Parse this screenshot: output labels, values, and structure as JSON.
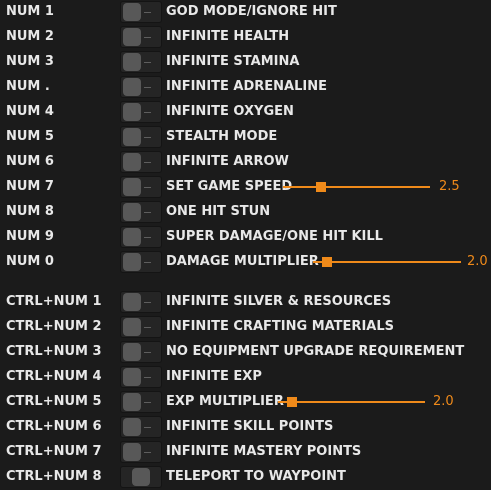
{
  "accent_color": "#ef8a1a",
  "toggle_icon": "toggle-switch",
  "rows": [
    {
      "hotkey": "NUM 1",
      "label": "GOD MODE/IGNORE HIT"
    },
    {
      "hotkey": "NUM 2",
      "label": "INFINITE HEALTH"
    },
    {
      "hotkey": "NUM 3",
      "label": "INFINITE STAMINA"
    },
    {
      "hotkey": "NUM .",
      "label": "INFINITE ADRENALINE"
    },
    {
      "hotkey": "NUM 4",
      "label": "INFINITE OXYGEN"
    },
    {
      "hotkey": "NUM 5",
      "label": "STEALTH MODE"
    },
    {
      "hotkey": "NUM 6",
      "label": "INFINITE ARROW"
    },
    {
      "hotkey": "NUM 7",
      "label": "SET GAME SPEED",
      "slider_value": "2.5"
    },
    {
      "hotkey": "NUM 8",
      "label": "ONE HIT STUN"
    },
    {
      "hotkey": "NUM 9",
      "label": "SUPER DAMAGE/ONE HIT KILL"
    },
    {
      "hotkey": "NUM 0",
      "label": "DAMAGE MULTIPLIER",
      "slider_value": "2.0"
    },
    {
      "hotkey": "CTRL+NUM 1",
      "label": "INFINITE SILVER & RESOURCES"
    },
    {
      "hotkey": "CTRL+NUM 2",
      "label": "INFINITE CRAFTING MATERIALS"
    },
    {
      "hotkey": "CTRL+NUM 3",
      "label": "NO EQUIPMENT UPGRADE REQUIREMENT"
    },
    {
      "hotkey": "CTRL+NUM 4",
      "label": "INFINITE EXP"
    },
    {
      "hotkey": "CTRL+NUM 5",
      "label": "EXP MULTIPLIER",
      "slider_value": "2.0"
    },
    {
      "hotkey": "CTRL+NUM 6",
      "label": "INFINITE SKILL POINTS"
    },
    {
      "hotkey": "CTRL+NUM 7",
      "label": "INFINITE MASTERY POINTS"
    },
    {
      "hotkey": "CTRL+NUM 8",
      "label": "TELEPORT TO WAYPOINT"
    }
  ]
}
